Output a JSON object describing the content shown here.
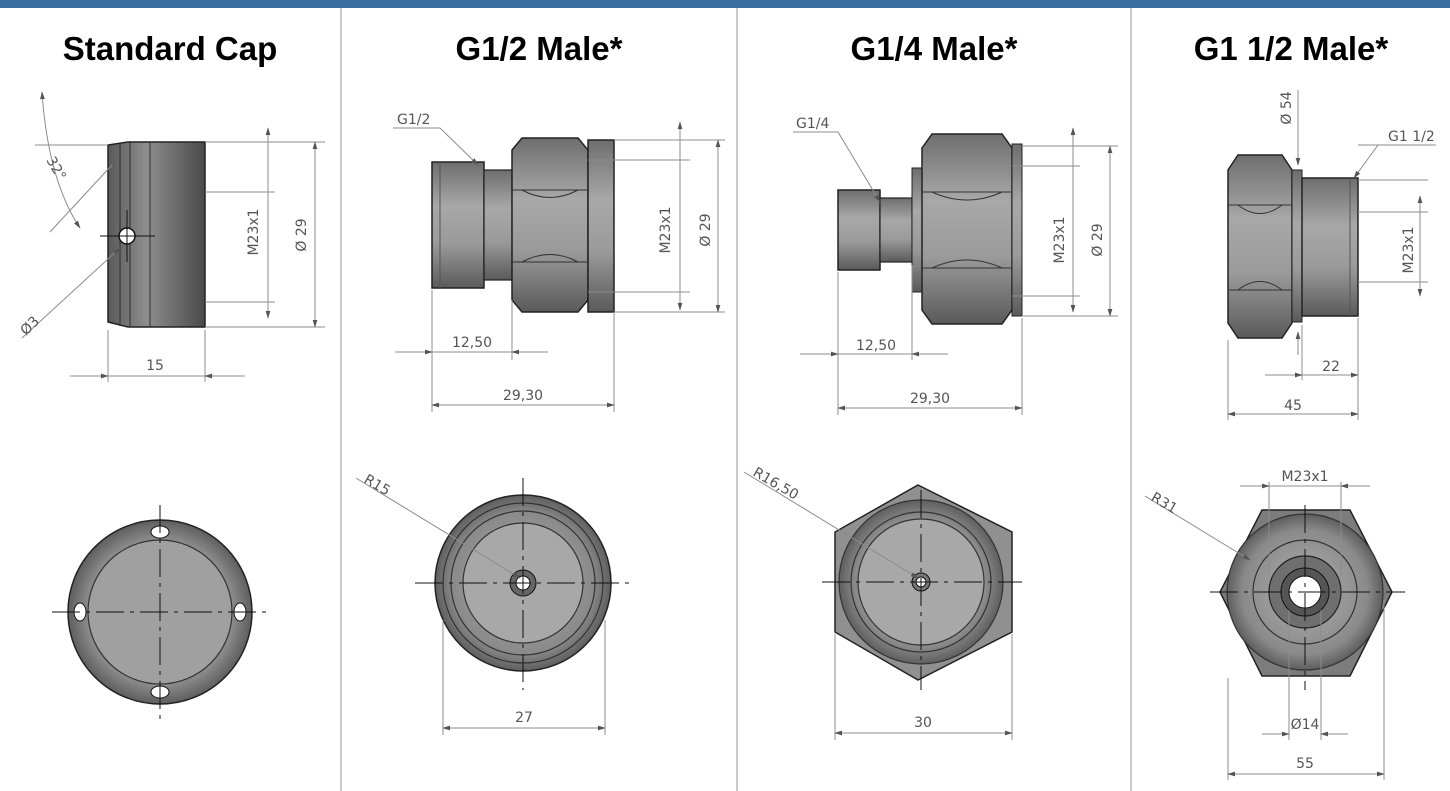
{
  "colors": {
    "header_bar": "#3b6ea0",
    "part_dark": "#4a4a4a",
    "part_mid": "#8a8a8a",
    "part_light": "#b8b8b8",
    "dim_line": "#8c8c8c"
  },
  "columns": [
    {
      "title": "Standard Cap",
      "dims": {
        "angle": "32°",
        "hole": "Ø3",
        "thread": "M23x1",
        "diameter": "Ø 29",
        "length": "15"
      }
    },
    {
      "title": "G1/2 Male*",
      "dims": {
        "thread_label": "G1/2",
        "thread": "M23x1",
        "diameter": "Ø 29",
        "short": "12,50",
        "total": "29,30",
        "radius": "R15",
        "width": "27"
      }
    },
    {
      "title": "G1/4 Male*",
      "dims": {
        "thread_label": "G1/4",
        "thread": "M23x1",
        "diameter": "Ø 29",
        "short": "12,50",
        "total": "29,30",
        "radius": "R16,50",
        "width": "30"
      }
    },
    {
      "title": "G1 1/2 Male*",
      "dims": {
        "top_diam": "Ø 54",
        "thread_label": "G1 1/2",
        "thread": "M23x1",
        "short": "22",
        "total": "45",
        "top_thread": "M23x1",
        "radius": "R31",
        "bore": "Ø14",
        "width": "55"
      }
    }
  ]
}
